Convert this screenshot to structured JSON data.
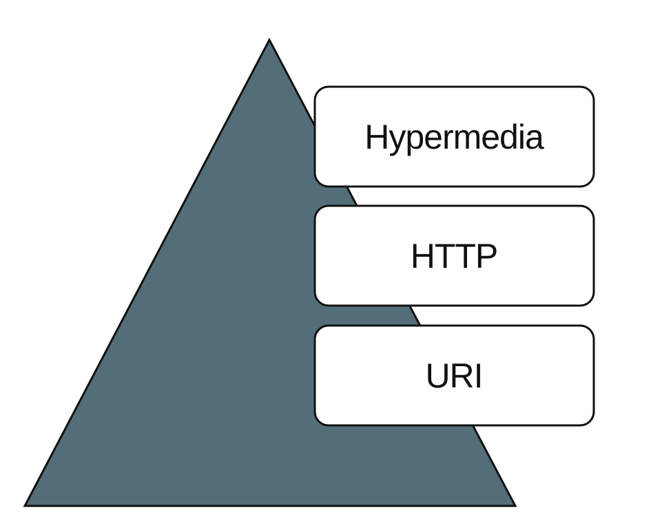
{
  "diagram": {
    "layers": [
      {
        "label": "Hypermedia"
      },
      {
        "label": "HTTP"
      },
      {
        "label": "URI"
      }
    ]
  },
  "colors": {
    "pyramid_fill": "#546e79",
    "outline": "#111111",
    "box_fill": "#ffffff"
  }
}
